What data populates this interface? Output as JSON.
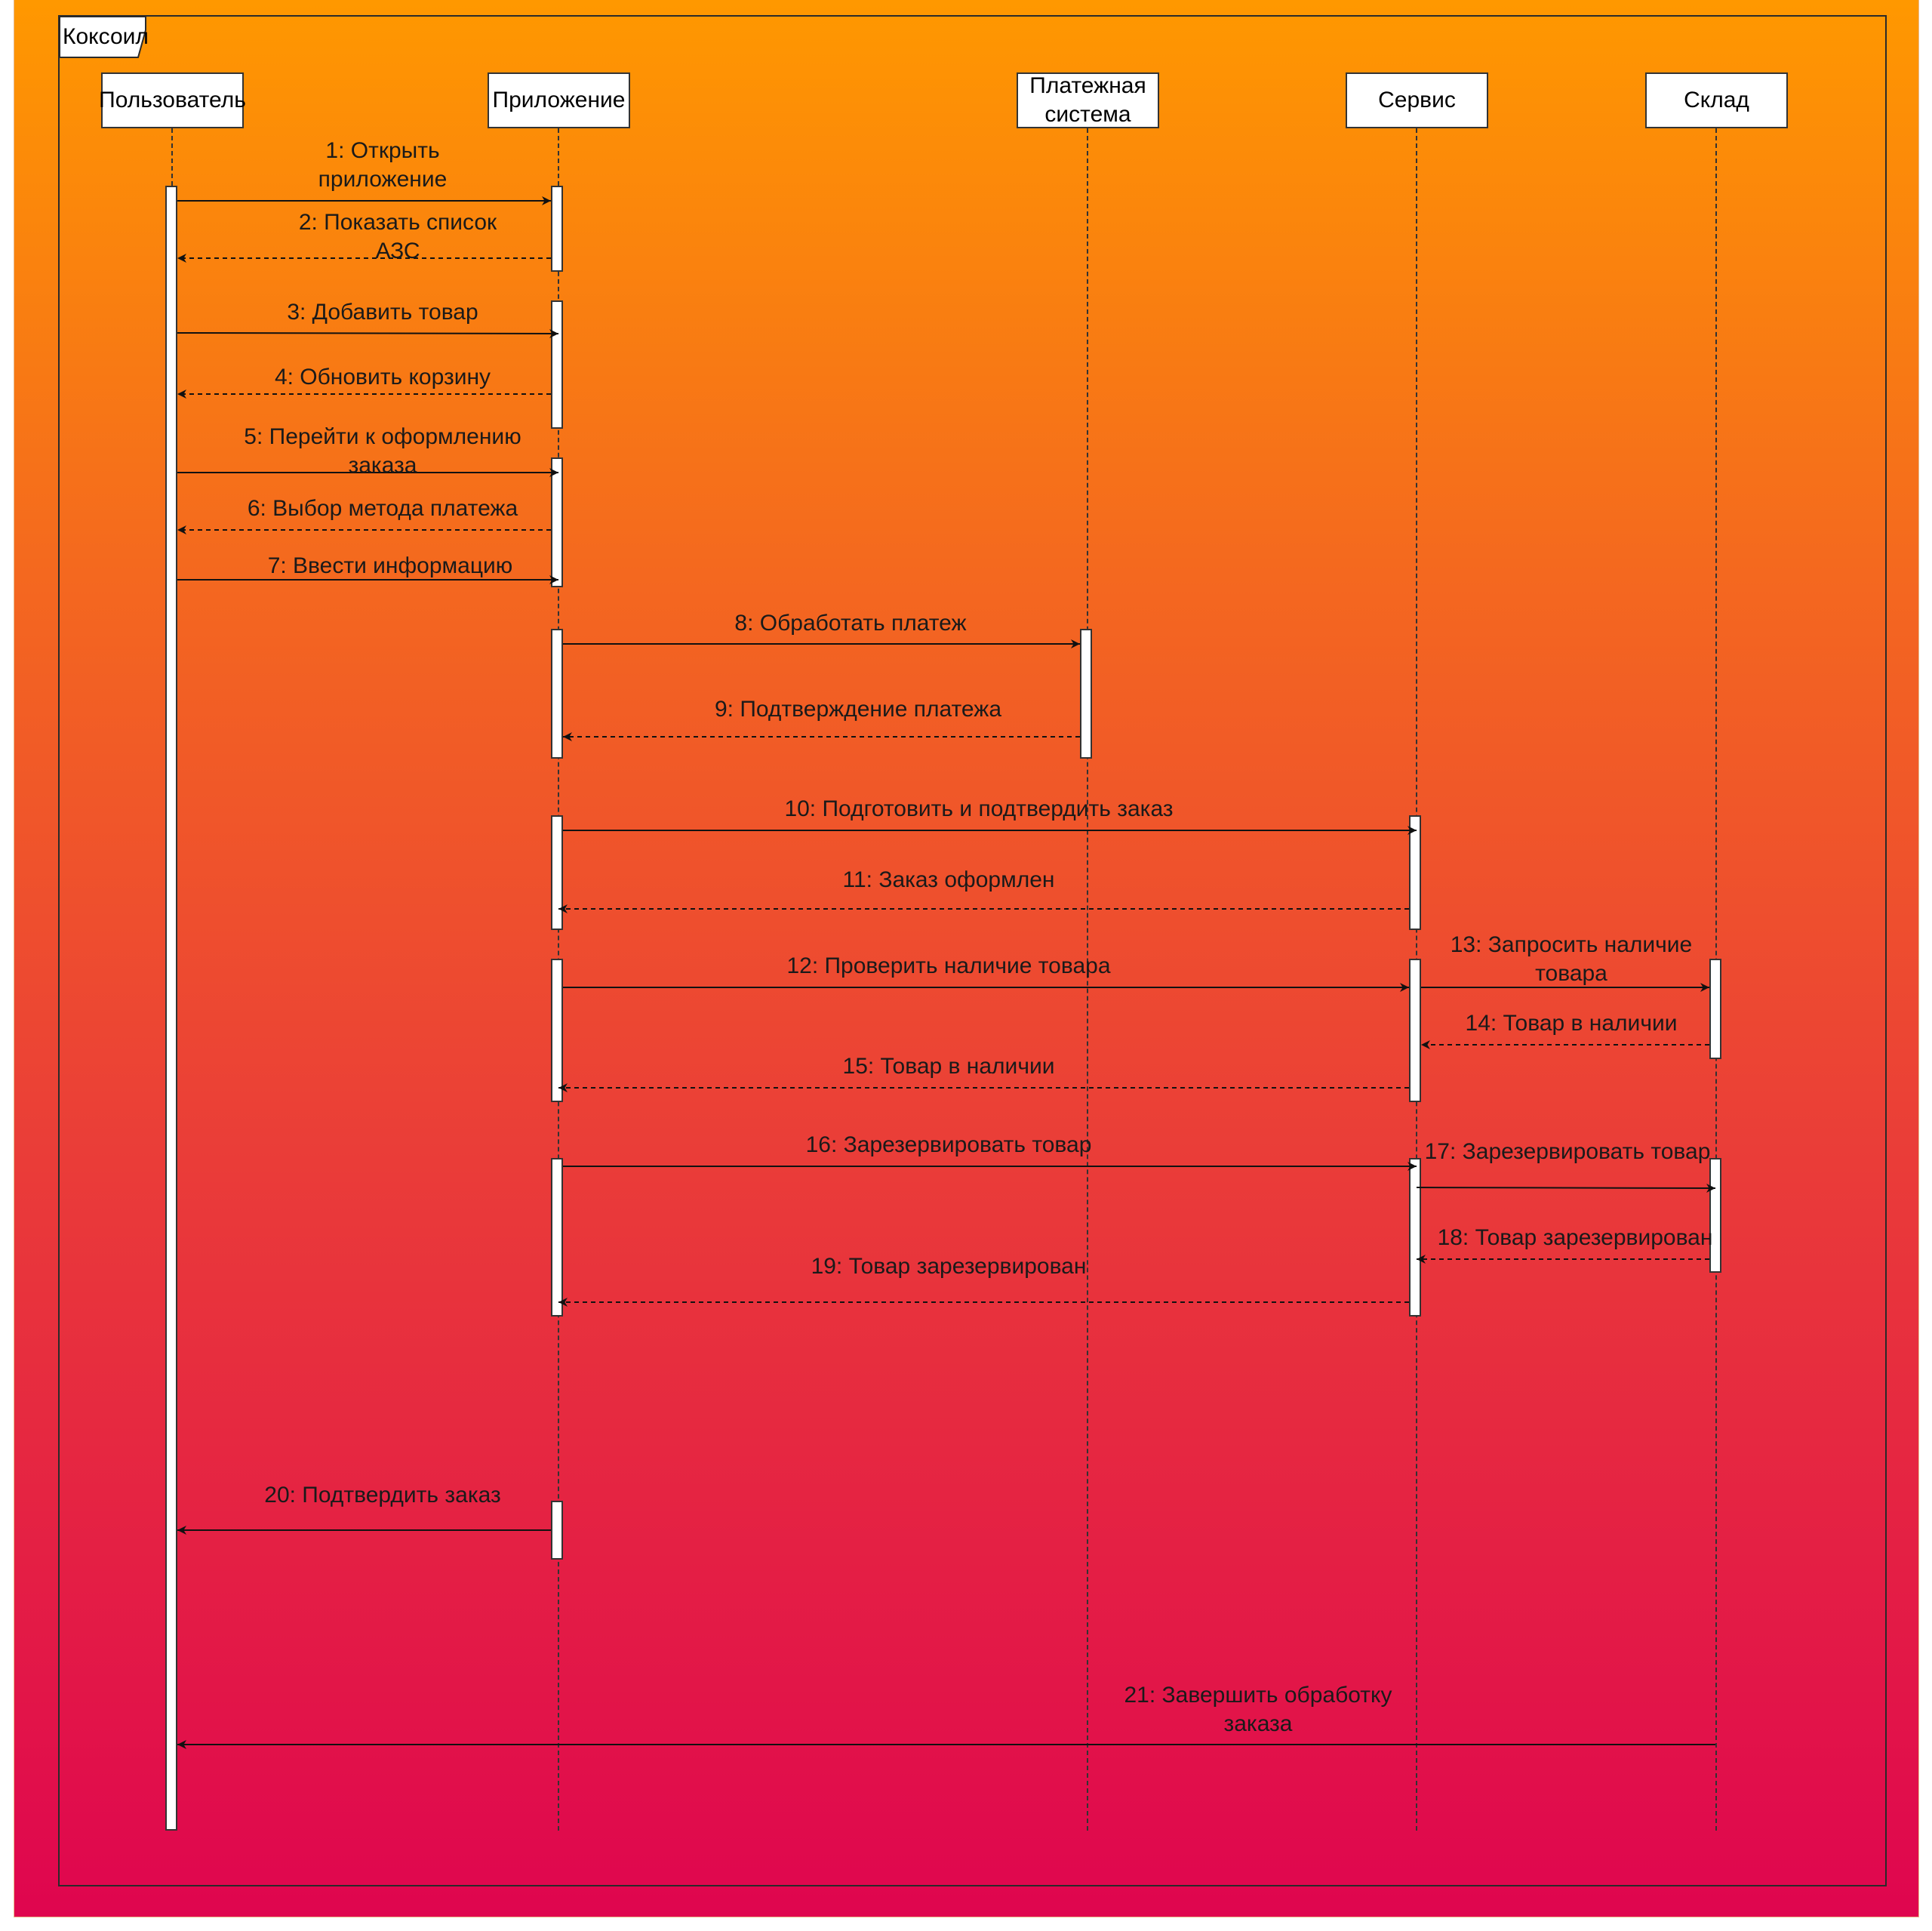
{
  "frame_label": "Коксоил",
  "participants": [
    {
      "id": "user",
      "label": "Пользователь"
    },
    {
      "id": "app",
      "label": "Приложение"
    },
    {
      "id": "pay",
      "label": "Платежная система"
    },
    {
      "id": "svc",
      "label": "Сервис"
    },
    {
      "id": "wh",
      "label": "Склад"
    }
  ],
  "messages": [
    {
      "n": 1,
      "label": "1: Открыть приложение",
      "from": "user",
      "to": "app",
      "style": "solid"
    },
    {
      "n": 2,
      "label": "2: Показать список АЗС",
      "from": "app",
      "to": "user",
      "style": "dashed"
    },
    {
      "n": 3,
      "label": "3: Добавить товар",
      "from": "user",
      "to": "app",
      "style": "solid"
    },
    {
      "n": 4,
      "label": "4: Обновить корзину",
      "from": "app",
      "to": "user",
      "style": "dashed"
    },
    {
      "n": 5,
      "label": "5: Перейти к оформлению заказа",
      "from": "user",
      "to": "app",
      "style": "solid"
    },
    {
      "n": 6,
      "label": "6: Выбор метода платежа",
      "from": "app",
      "to": "user",
      "style": "dashed"
    },
    {
      "n": 7,
      "label": "7: Ввести информацию",
      "from": "user",
      "to": "app",
      "style": "solid"
    },
    {
      "n": 8,
      "label": "8: Обработать платеж",
      "from": "app",
      "to": "pay",
      "style": "solid"
    },
    {
      "n": 9,
      "label": "9: Подтверждение платежа",
      "from": "pay",
      "to": "app",
      "style": "dashed"
    },
    {
      "n": 10,
      "label": "10: Подготовить и подтвердить заказ",
      "from": "app",
      "to": "svc",
      "style": "solid"
    },
    {
      "n": 11,
      "label": "11: Заказ оформлен",
      "from": "svc",
      "to": "app",
      "style": "dashed"
    },
    {
      "n": 12,
      "label": "12: Проверить наличие товара",
      "from": "app",
      "to": "svc",
      "style": "solid"
    },
    {
      "n": 13,
      "label": "13: Запросить наличие товара",
      "from": "svc",
      "to": "wh",
      "style": "solid"
    },
    {
      "n": 14,
      "label": "14: Товар в наличии",
      "from": "wh",
      "to": "svc",
      "style": "dashed"
    },
    {
      "n": 15,
      "label": "15: Товар в наличии",
      "from": "svc",
      "to": "app",
      "style": "dashed"
    },
    {
      "n": 16,
      "label": "16: Зарезервировать товар",
      "from": "app",
      "to": "svc",
      "style": "solid"
    },
    {
      "n": 17,
      "label": "17: Зарезервировать товар",
      "from": "svc",
      "to": "wh",
      "style": "solid"
    },
    {
      "n": 18,
      "label": "18: Товар зарезервирован",
      "from": "wh",
      "to": "svc",
      "style": "dashed"
    },
    {
      "n": 19,
      "label": "19: Товар зарезервирован",
      "from": "svc",
      "to": "app",
      "style": "dashed"
    },
    {
      "n": 20,
      "label": "20: Подтвердить заказ",
      "from": "app",
      "to": "user",
      "style": "solid"
    },
    {
      "n": 21,
      "label": "21: Завершить обработку заказа",
      "from": "wh",
      "to": "user",
      "style": "solid"
    }
  ]
}
